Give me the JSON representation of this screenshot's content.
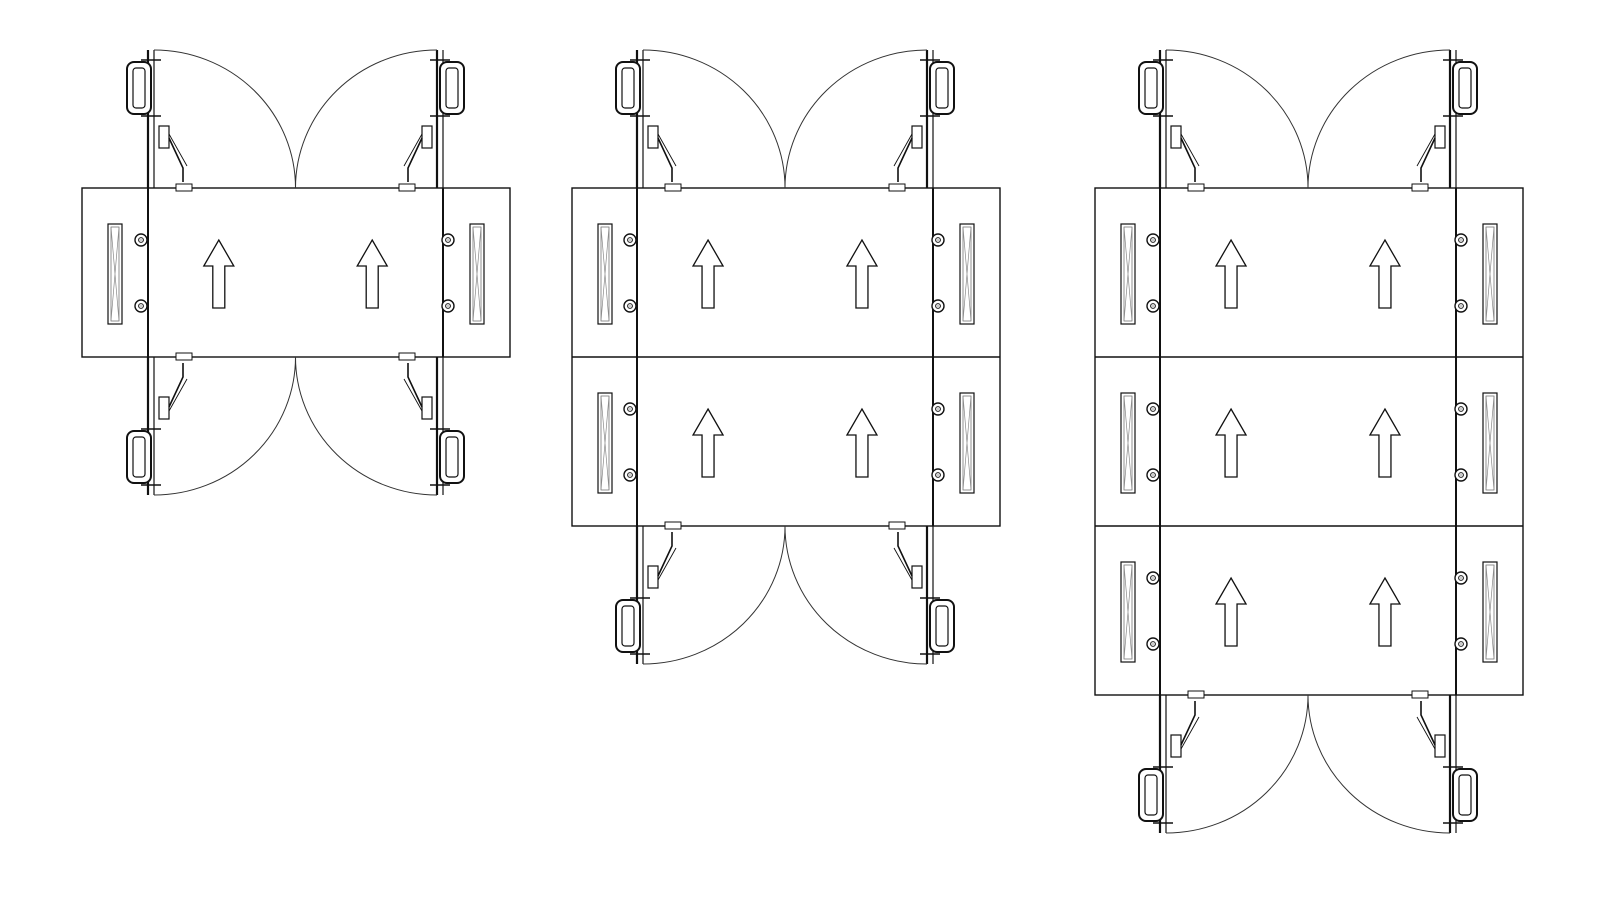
{
  "diagram": {
    "style": "plan-view line drawing",
    "stroke_color": "#111111",
    "background": "#ffffff",
    "assemblies": [
      {
        "id": "single-vehicle-room",
        "modules": 1,
        "door_pairs": 2
      },
      {
        "id": "double-vehicle-room",
        "modules": 2,
        "door_pairs": 2
      },
      {
        "id": "triple-vehicle-room",
        "modules": 3,
        "door_pairs": 2
      }
    ],
    "module_symbols": [
      "forward-arrow-icon",
      "forward-arrow-icon",
      "side-panel-icon",
      "side-panel-icon"
    ]
  }
}
